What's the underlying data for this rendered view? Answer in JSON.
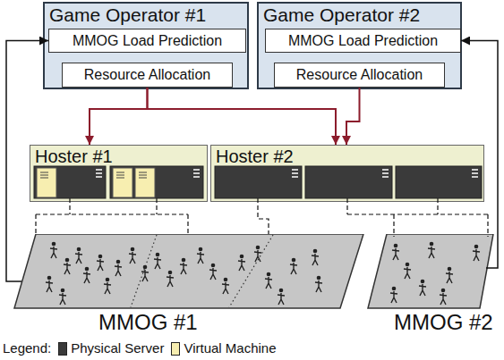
{
  "diagram": {
    "nodes": [
      {
        "text": [
          "Game Operator #1"
        ]
      },
      {
        "text": [
          "MMOG Load Prediction"
        ],
        "in": 0
      },
      {
        "text": [
          "Resource Allocation"
        ],
        "in": 0
      },
      {
        "text": [
          "Game Operator #2"
        ]
      },
      {
        "text": [
          "MMOG Load Prediction"
        ],
        "in": 3
      },
      {
        "text": [
          "Resource Allocation"
        ],
        "in": 3
      },
      {
        "text": [
          "Hoster #1"
        ]
      },
      {
        "text": [
          "Hoster #2"
        ]
      },
      {
        "text": [
          "MMOG #1"
        ]
      },
      {
        "text": [
          "MMOG #2"
        ]
      }
    ],
    "edges": [
      {
        "from": 2,
        "to": 6,
        "arrow": "to"
      },
      {
        "from": 2,
        "to": 7,
        "arrow": "to"
      },
      {
        "from": 5,
        "to": 7,
        "arrow": "to"
      },
      {
        "from": 8,
        "to": 1,
        "arrow": "to"
      },
      {
        "from": 9,
        "to": 4,
        "arrow": "to"
      }
    ],
    "labels": [
      "Legend:"
    ],
    "legend": [
      {
        "text": "Physical Server",
        "color": "#3a3a3a"
      },
      {
        "text": "Virtual Machine",
        "color": "#f7eeb0"
      }
    ]
  }
}
